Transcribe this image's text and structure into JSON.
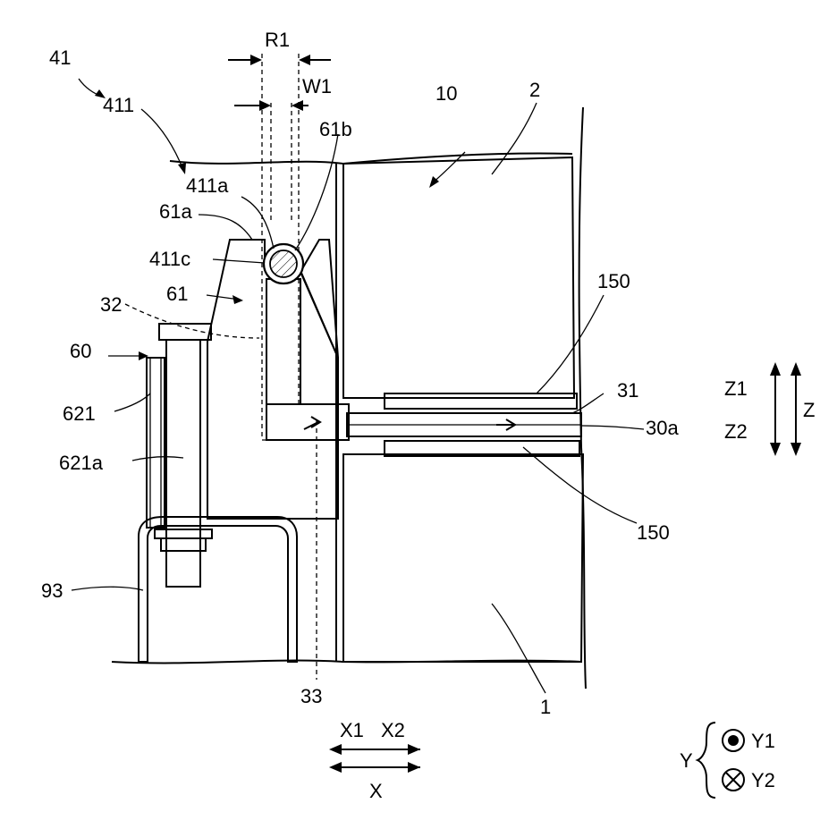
{
  "labels": {
    "l41": "41",
    "l411": "411",
    "l411a": "411a",
    "l411c": "411c",
    "l61a": "61a",
    "l61b": "61b",
    "l61": "61",
    "l60": "60",
    "l621": "621",
    "l621a": "621a",
    "l32": "32",
    "l93": "93",
    "l33": "33",
    "l10": "10",
    "l2": "2",
    "l1": "1",
    "l150top": "150",
    "l150bottom": "150",
    "l31": "31",
    "l30a": "30a",
    "lR1": "R1",
    "lW1": "W1"
  },
  "axes": {
    "z1": "Z1",
    "z2": "Z2",
    "z": "Z",
    "x1": "X1",
    "x2": "X2",
    "x": "X",
    "y": "Y",
    "y1": "Y1",
    "y2": "Y2"
  }
}
